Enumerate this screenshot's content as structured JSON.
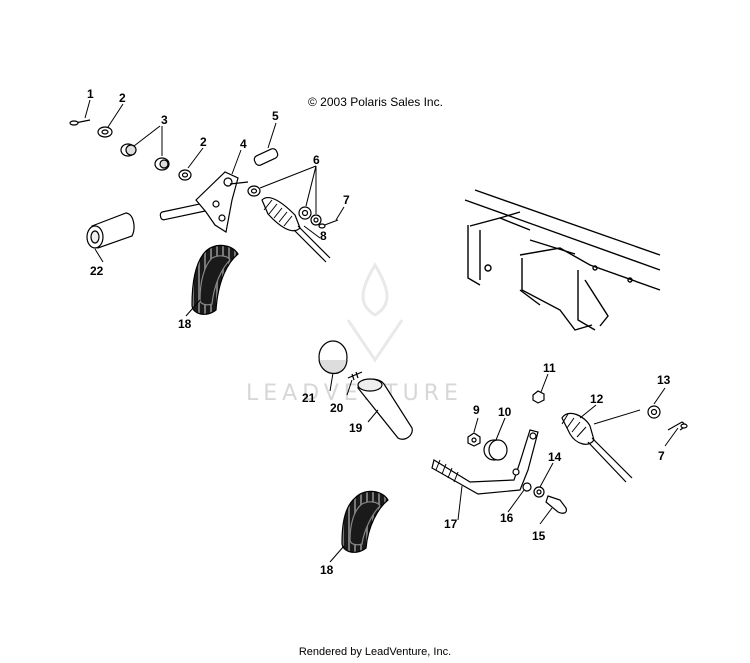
{
  "copyright": "© 2003 Polaris Sales Inc.",
  "footer": "Rendered by LeadVenture, Inc.",
  "watermark": "LEADVENTURE",
  "callouts": [
    {
      "id": "c1",
      "label": "1"
    },
    {
      "id": "c2a",
      "label": "2"
    },
    {
      "id": "c2b",
      "label": "2"
    },
    {
      "id": "c3",
      "label": "3"
    },
    {
      "id": "c4",
      "label": "4"
    },
    {
      "id": "c5",
      "label": "5"
    },
    {
      "id": "c6",
      "label": "6"
    },
    {
      "id": "c7a",
      "label": "7"
    },
    {
      "id": "c8",
      "label": "8"
    },
    {
      "id": "c22",
      "label": "22"
    },
    {
      "id": "c18a",
      "label": "18"
    },
    {
      "id": "c11",
      "label": "11"
    },
    {
      "id": "c9",
      "label": "9"
    },
    {
      "id": "c10",
      "label": "10"
    },
    {
      "id": "c12",
      "label": "12"
    },
    {
      "id": "c13",
      "label": "13"
    },
    {
      "id": "c7b",
      "label": "7"
    },
    {
      "id": "c14",
      "label": "14"
    },
    {
      "id": "c21",
      "label": "21"
    },
    {
      "id": "c20",
      "label": "20"
    },
    {
      "id": "c19",
      "label": "19"
    },
    {
      "id": "c17",
      "label": "17"
    },
    {
      "id": "c16",
      "label": "16"
    },
    {
      "id": "c15",
      "label": "15"
    },
    {
      "id": "c18b",
      "label": "18"
    }
  ]
}
